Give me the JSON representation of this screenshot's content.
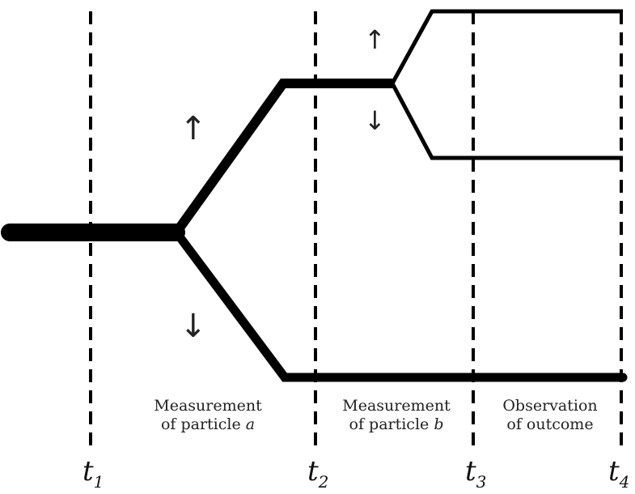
{
  "time_labels": [
    {
      "base": "t",
      "sub": "1"
    },
    {
      "base": "t",
      "sub": "2"
    },
    {
      "base": "t",
      "sub": "3"
    },
    {
      "base": "t",
      "sub": "4"
    }
  ],
  "stage_labels": {
    "a": {
      "line1": "Measurement",
      "line2_prefix": "of particle ",
      "line2_var": "a"
    },
    "b": {
      "line1": "Measurement",
      "line2_prefix": "of particle ",
      "line2_var": "b"
    },
    "obs": {
      "line1": "Observation",
      "line2": "of outcome"
    }
  },
  "arrows": {
    "up": "↑",
    "down": "↓"
  },
  "colors": {
    "line": "#000000",
    "background": "#ffffff"
  }
}
